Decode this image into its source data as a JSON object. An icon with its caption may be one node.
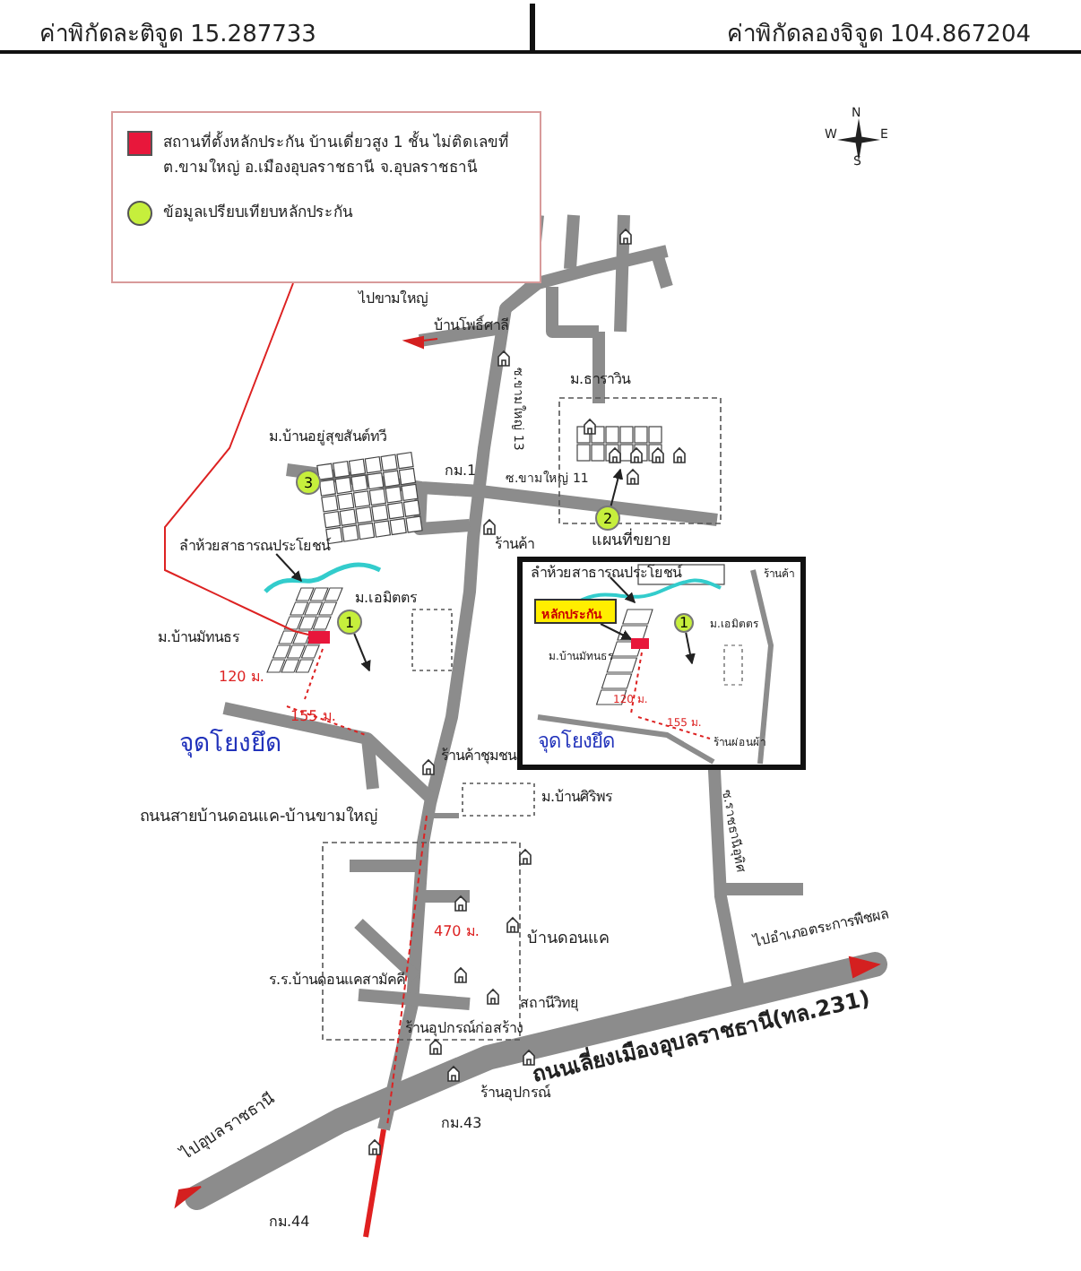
{
  "diagram": {
    "nodes": [
      {
        "text": [],
        "shape": "box"
      },
      {
        "text": [],
        "shape": "box"
      },
      {
        "text": [
          "1"
        ]
      },
      {
        "text": [
          "2"
        ]
      },
      {
        "text": [
          "3"
        ]
      },
      {
        "text": [
          "ลำห้วยสาธารณประโยชน์"
        ]
      },
      {
        "text": [
          "หลักประกัน"
        ]
      },
      {
        "text": [],
        "shape": "box"
      },
      {
        "text": [
          "ลำห้วยสาธารณประโยชน์"
        ]
      },
      {
        "text": [
          "1"
        ]
      }
    ],
    "edges": [
      {
        "from": 0,
        "to": 1,
        "arrow": "none",
        "color": "#dd2222"
      },
      {
        "from": 2,
        "to": null,
        "arrow": "to"
      },
      {
        "from": 3,
        "to": null,
        "arrow": "to"
      },
      {
        "from": 5,
        "to": null,
        "arrow": "to"
      },
      {
        "from": 6,
        "to": 7,
        "arrow": "to"
      },
      {
        "from": 8,
        "to": null,
        "arrow": "to"
      },
      {
        "from": 9,
        "to": null,
        "arrow": "to"
      }
    ],
    "labels": [
      "ค่าพิกัดละติจูด 15.287733",
      "ค่าพิกัดลองจิจูด 104.867204",
      "N",
      "W",
      "E",
      "S",
      "ไปขามใหญ่",
      "บ้านโพธิ์ศาลี",
      "ซ.ขามใหญ่ 13",
      "ม.ธาราวิน",
      "ม.บ้านอยู่สุขสันต์ทวี",
      "กม.1",
      "ซ.ขามใหญ่ 11",
      "ร้านค้า",
      "แผนที่ขยาย",
      "ม.บ้านมัทนธร",
      "ม.เอมิตตร",
      "120 ม.",
      "155 ม.",
      "จุดโยงยึด",
      "ร้านค้าชุมชน",
      "ถนนสายบ้านดอนแค-บ้านขามใหญ่",
      "ม.บ้านศิริพร",
      "470 ม.",
      "บ้านดอนแค",
      "ร.ร.บ้านดอนแคสามัคคี",
      "สถานีวิทยุ",
      "ร้านอุปกรณ์ก่อสร้าง",
      "ถนนเลี่ยงเมืองอุบลราชธานี(ทล.231)",
      "ไปอำเภอตระการพืชผล",
      "ซ.ราชธานีอุทิศ",
      "ไปอุบลราชธานี",
      "ร้านอุปกรณ์",
      "กม.43",
      "กม.44",
      "ม.บ้านมัทนธร",
      "ม.เอมิตตร",
      "ร้านค้า",
      "120 ม.",
      "155 ม.",
      "จุดโยงยึด",
      "ร้านผ่อนผ้า"
    ],
    "legend": [
      {
        "text": "สถานที่ตั้งหลักประกัน บ้านเดี่ยวสูง 1 ชั้น ไม่ติดเลขที่ ต.ขามใหญ่ อ.เมืองอุบลราชธานี จ.อุบลราชธานี",
        "color": "#e8173b"
      },
      {
        "text": "ข้อมูลเปรียบเทียบหลักประกัน",
        "color": "#c6ef3c"
      }
    ]
  }
}
